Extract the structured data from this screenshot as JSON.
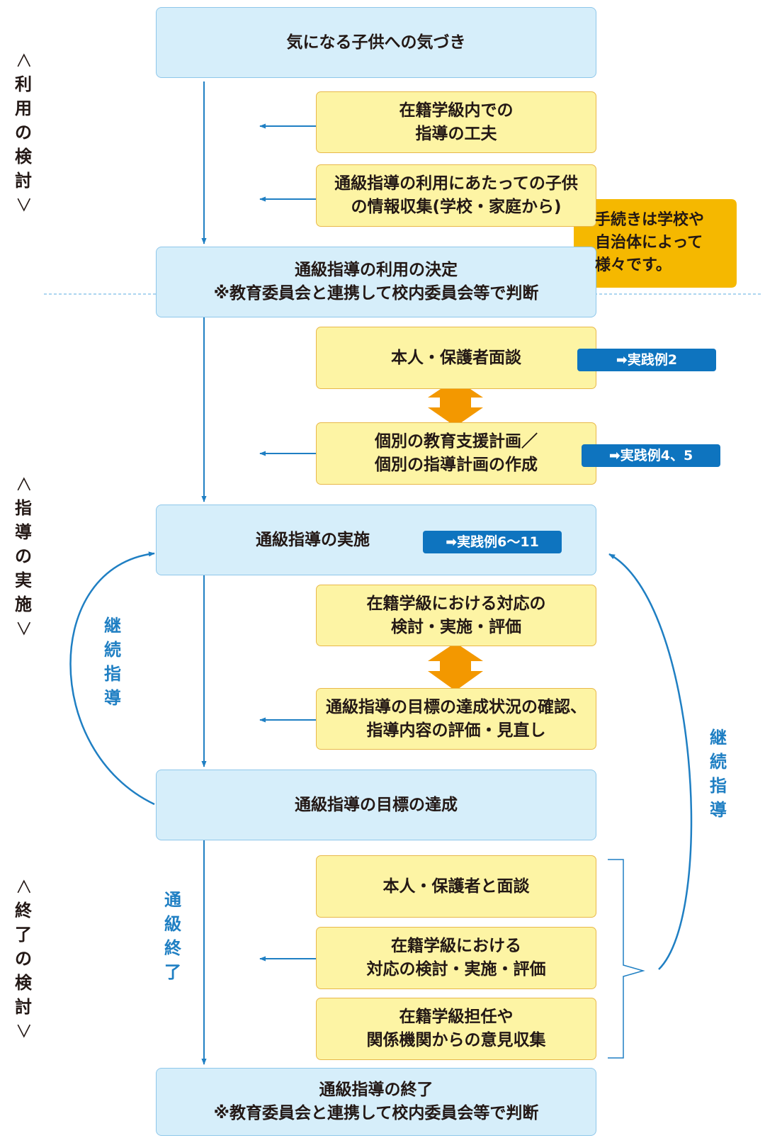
{
  "boxes": {
    "b1": {
      "lines": [
        "気になる子供への気づき"
      ]
    },
    "y1": {
      "lines": [
        "在籍学級内での",
        "指導の工夫"
      ]
    },
    "y2": {
      "lines": [
        "通級指導の利用にあたっての子供",
        "の情報収集(学校・家庭から)"
      ]
    },
    "b2": {
      "lines": [
        "通級指導の利用の決定",
        "※教育委員会と連携して校内委員会等で判断"
      ]
    },
    "y3": {
      "lines": [
        "本人・保護者面談"
      ]
    },
    "y4": {
      "lines": [
        "個別の教育支援計画／",
        "個別の指導計画の作成"
      ]
    },
    "b3": {
      "lines": [
        "通級指導の実施"
      ]
    },
    "y5": {
      "lines": [
        "在籍学級における対応の",
        "検討・実施・評価"
      ]
    },
    "y6": {
      "lines": [
        "通級指導の目標の達成状況の確認、",
        "指導内容の評価・見直し"
      ]
    },
    "b4": {
      "lines": [
        "通級指導の目標の達成"
      ]
    },
    "y7": {
      "lines": [
        "本人・保護者と面談"
      ]
    },
    "y8": {
      "lines": [
        "在籍学級における",
        "対応の検討・実施・評価"
      ]
    },
    "y9": {
      "lines": [
        "在籍学級担任や",
        "関係機関からの意見収集"
      ]
    },
    "b5": {
      "lines": [
        "通級指導の終了",
        "※教育委員会と連携して校内委員会等で判断"
      ]
    }
  },
  "badges": {
    "ex2": "➡実践例2",
    "ex45": "➡実践例4、5",
    "ex611": "➡実践例6～11"
  },
  "callout": {
    "lines": [
      "手続きは学校や",
      "自治体によって",
      "様々です。"
    ]
  },
  "phases": {
    "p1": {
      "open": "＜",
      "chars": [
        "利",
        "用",
        "の",
        "検",
        "討"
      ],
      "close": "＞"
    },
    "p2": {
      "open": "＜",
      "chars": [
        "指",
        "導",
        "の",
        "実",
        "施"
      ],
      "close": "＞"
    },
    "p3": {
      "open": "＜",
      "chars": [
        "終",
        "了",
        "の",
        "検",
        "討"
      ],
      "close": "＞"
    }
  },
  "side_labels": {
    "continue_left": [
      "継",
      "続",
      "指",
      "導"
    ],
    "continue_right": [
      "継",
      "続",
      "指",
      "導"
    ],
    "end": [
      "通",
      "級",
      "終",
      "了"
    ]
  },
  "colors": {
    "blue_box_fill": "#d6eefa",
    "yellow_box_fill": "#fdf4a4",
    "arrow_blue": "#1f7fc3",
    "badge_blue": "#0e74bf",
    "orange": "#f39800",
    "callout_yellow": "#f5b800"
  }
}
